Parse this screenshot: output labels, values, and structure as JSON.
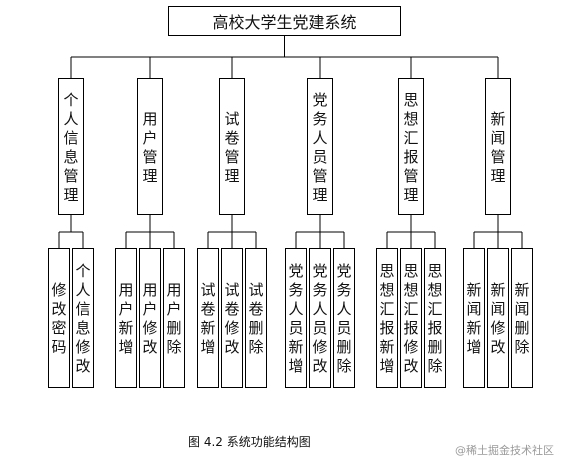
{
  "title": "高校大学生党建系统",
  "modules": [
    {
      "name": "个人信息管理",
      "functions": [
        "修改密码",
        "个人信息修改"
      ]
    },
    {
      "name": "用户管理",
      "functions": [
        "用户新增",
        "用户修改",
        "用户删除"
      ]
    },
    {
      "name": "试卷管理",
      "functions": [
        "试卷新增",
        "试卷修改",
        "试卷删除"
      ]
    },
    {
      "name": "党务人员管理",
      "functions": [
        "党务人员新增",
        "党务人员修改",
        "党务人员删除"
      ]
    },
    {
      "name": "思想汇报管理",
      "functions": [
        "思想汇报新增",
        "思想汇报修改",
        "思想汇报删除"
      ]
    },
    {
      "name": "新闻管理",
      "functions": [
        "新闻新增",
        "新闻修改",
        "新闻删除"
      ]
    }
  ],
  "caption": "图 4.2  系统功能结构图",
  "watermark": "@稀土掘金技术社区"
}
